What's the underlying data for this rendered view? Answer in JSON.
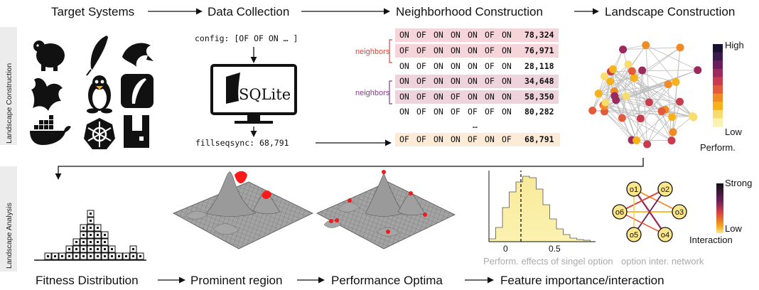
{
  "pipeline_top": [
    "Target Systems",
    "Data Collection",
    "Neighborhood Construction",
    "Landscape Construction"
  ],
  "pipeline_bottom": [
    "Fitness Distribution",
    "Prominent region",
    "Performance Optima",
    "Feature importance/interaction"
  ],
  "side_labels": {
    "top": "Landscape Construction",
    "bottom": "Landscape Analysis"
  },
  "target_systems": [
    "hadoop-icon",
    "feather-icon",
    "dolphin-icon",
    "gnu-icon",
    "tux-icon",
    "quill-icon",
    "docker-icon",
    "kubernetes-icon",
    "rabbit-icon"
  ],
  "data_collection": {
    "config_text": "config: [OF OF ON … ]",
    "db_label": "SQLite",
    "result_text": "fillseqsync: 68,791"
  },
  "neighbors_label": "neighbors",
  "rows": [
    {
      "cells": [
        "ON",
        "OF",
        "ON",
        "ON",
        "ON",
        "OF",
        "ON"
      ],
      "value": "78,324",
      "value_color": "#5c2a6b",
      "bg": "#f5d4da",
      "diff_index": 0,
      "diff_color": "#d9463b"
    },
    {
      "cells": [
        "OF",
        "OF",
        "ON",
        "ON",
        "ON",
        "OF",
        "ON"
      ],
      "value": "76,971",
      "value_color": "#5c2a6b",
      "bg": "#f5d4da",
      "diff_index": 0,
      "diff_color": "#d9463b"
    },
    {
      "cells": [
        "ON",
        "OF",
        "ON",
        "ON",
        "ON",
        "OF",
        "ON"
      ],
      "value": "28,118",
      "value_color": "#f5c000",
      "bg": "",
      "diff_index": -1,
      "diff_color": ""
    },
    {
      "cells": [
        "ON",
        "OF",
        "ON",
        "ON",
        "ON",
        "OF",
        "ON"
      ],
      "value": "34,648",
      "value_color": "#f29e1d",
      "bg": "#eed2dc",
      "diff_index": 5,
      "diff_color": "#8a3a8a"
    },
    {
      "cells": [
        "ON",
        "OF",
        "ON",
        "OF",
        "ON",
        "ON",
        "ON"
      ],
      "value": "58,350",
      "value_color": "#e8583a",
      "bg": "#eed2dc",
      "diff_index": 5,
      "diff_color": "#8a3a8a"
    },
    {
      "cells": [
        "ON",
        "OF",
        "ON",
        "OF",
        "OF",
        "OF",
        "ON"
      ],
      "value": "80,282",
      "value_color": "#2e2157",
      "bg": "",
      "diff_index": -1,
      "diff_color": ""
    },
    {
      "cells": [
        "OF",
        "OF",
        "ON",
        "ON",
        "OF",
        "ON",
        "OF"
      ],
      "value": "68,791",
      "value_color": "#e8583a",
      "bg": "#fcebd6",
      "diff_index": -1,
      "diff_color": ""
    }
  ],
  "ellipsis": "…",
  "landscape_legend": {
    "high": "High",
    "low": "Low",
    "title": "Perform.",
    "colors": [
      "#1a1030",
      "#3b1a4e",
      "#6a1f5d",
      "#9b2a5e",
      "#c93b4f",
      "#e35b3b",
      "#f08a25",
      "#f7b21a",
      "#f9dc6e",
      "#fbf2b0"
    ]
  },
  "fitness_histogram": {
    "column_heights": [
      1,
      1,
      1,
      2,
      3,
      5,
      7,
      5,
      4,
      2,
      1,
      1,
      2,
      1
    ]
  },
  "kde_caption": "Perform. effects of singel option",
  "kde_axis": {
    "ticks": [
      "0",
      "0.5"
    ]
  },
  "interaction": {
    "nodes": [
      "o1",
      "o2",
      "o3",
      "o4",
      "o5",
      "o6"
    ],
    "legend_top": "Strong",
    "legend_bottom": "Low",
    "legend_title": "Interaction",
    "caption": "option inter. network"
  }
}
